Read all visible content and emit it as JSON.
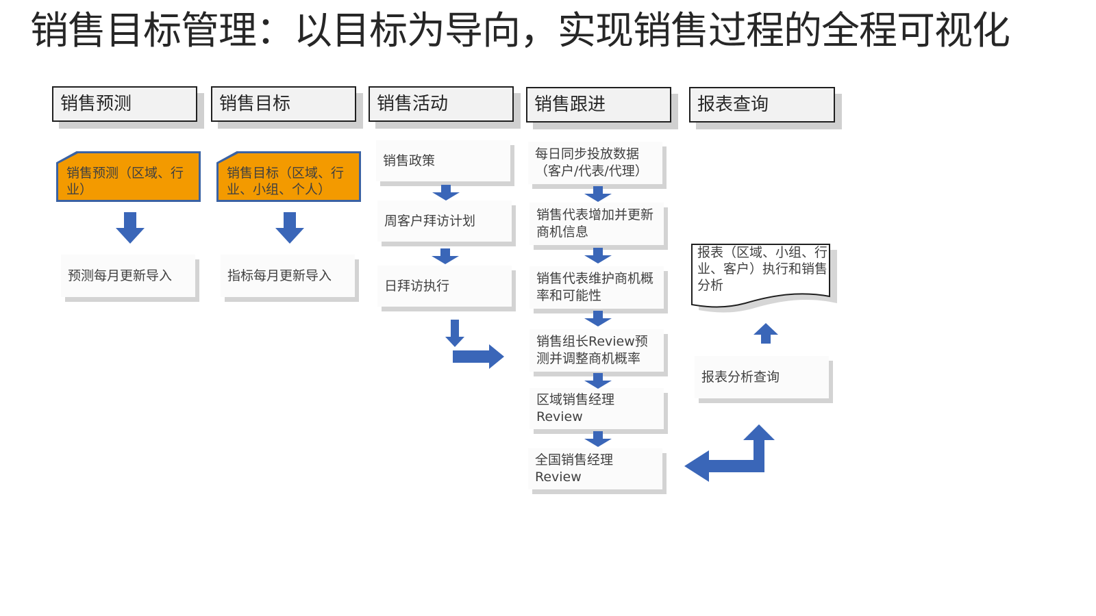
{
  "title": "销售目标管理：以目标为导向，实现销售过程的全程可视化",
  "headers": [
    "销售预测",
    "销售目标",
    "销售活动",
    "销售跟进",
    "报表查询"
  ],
  "forecast": {
    "main": "销售预测（区域、行业）",
    "sub": "预测每月更新导入"
  },
  "target": {
    "main": "销售目标（区域、行业、小组、个人）",
    "sub": "指标每月更新导入"
  },
  "activity": {
    "steps": [
      "销售政策",
      "周客户拜访计划",
      "日拜访执行"
    ]
  },
  "followup": {
    "steps": [
      "每日同步投放数据（客户/代表/代理）",
      "销售代表增加并更新商机信息",
      "销售代表维护商机概率和可能性",
      "销售组长Review预测并调整商机概率",
      "区域销售经理Review",
      "全国销售经理Review"
    ]
  },
  "report": {
    "doc": "报表（区域、小组、行业、客户）执行和销售分析",
    "query": "报表分析查询"
  },
  "colors": {
    "arrow": "#3a66b8",
    "orange": "#f39a00",
    "orange_border": "#3a62a3"
  }
}
